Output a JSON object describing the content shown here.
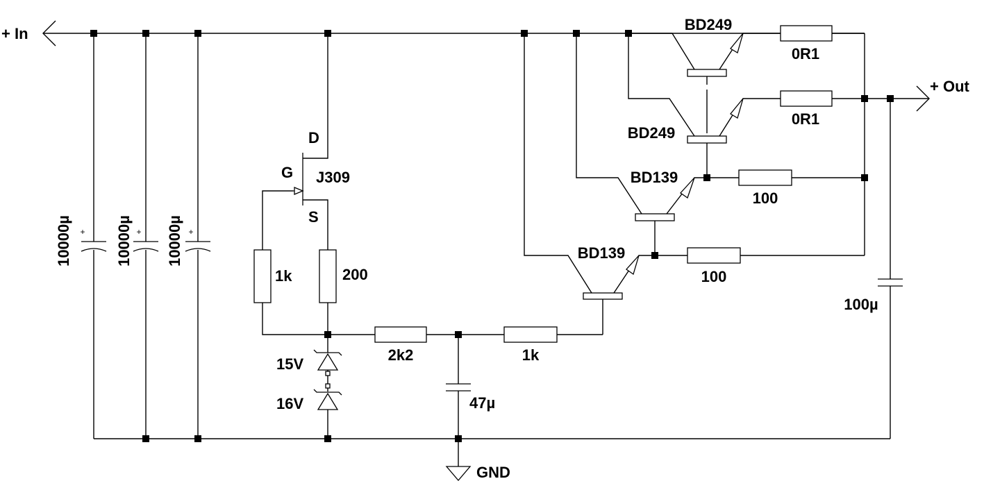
{
  "terminals": {
    "input": "+ In",
    "output": "+ Out",
    "ground": "GND"
  },
  "capacitors": {
    "input_1": "10000µ",
    "input_2": "10000µ",
    "input_3": "10000µ",
    "filter": "47µ",
    "output": "100µ",
    "polarity_mark": "+"
  },
  "jfet": {
    "part": "J309",
    "drain": "D",
    "gate": "G",
    "source": "S"
  },
  "resistors": {
    "gate": "1k",
    "source": "200",
    "series": "2k2",
    "base": "1k",
    "driver_1": "100",
    "driver_2": "100",
    "emitter_1": "0R1",
    "emitter_2": "0R1"
  },
  "zeners": {
    "upper": "15V",
    "lower": "16V"
  },
  "transistors": {
    "power_1": "BD249",
    "power_2": "BD249",
    "driver_1": "BD139",
    "driver_2": "BD139"
  }
}
